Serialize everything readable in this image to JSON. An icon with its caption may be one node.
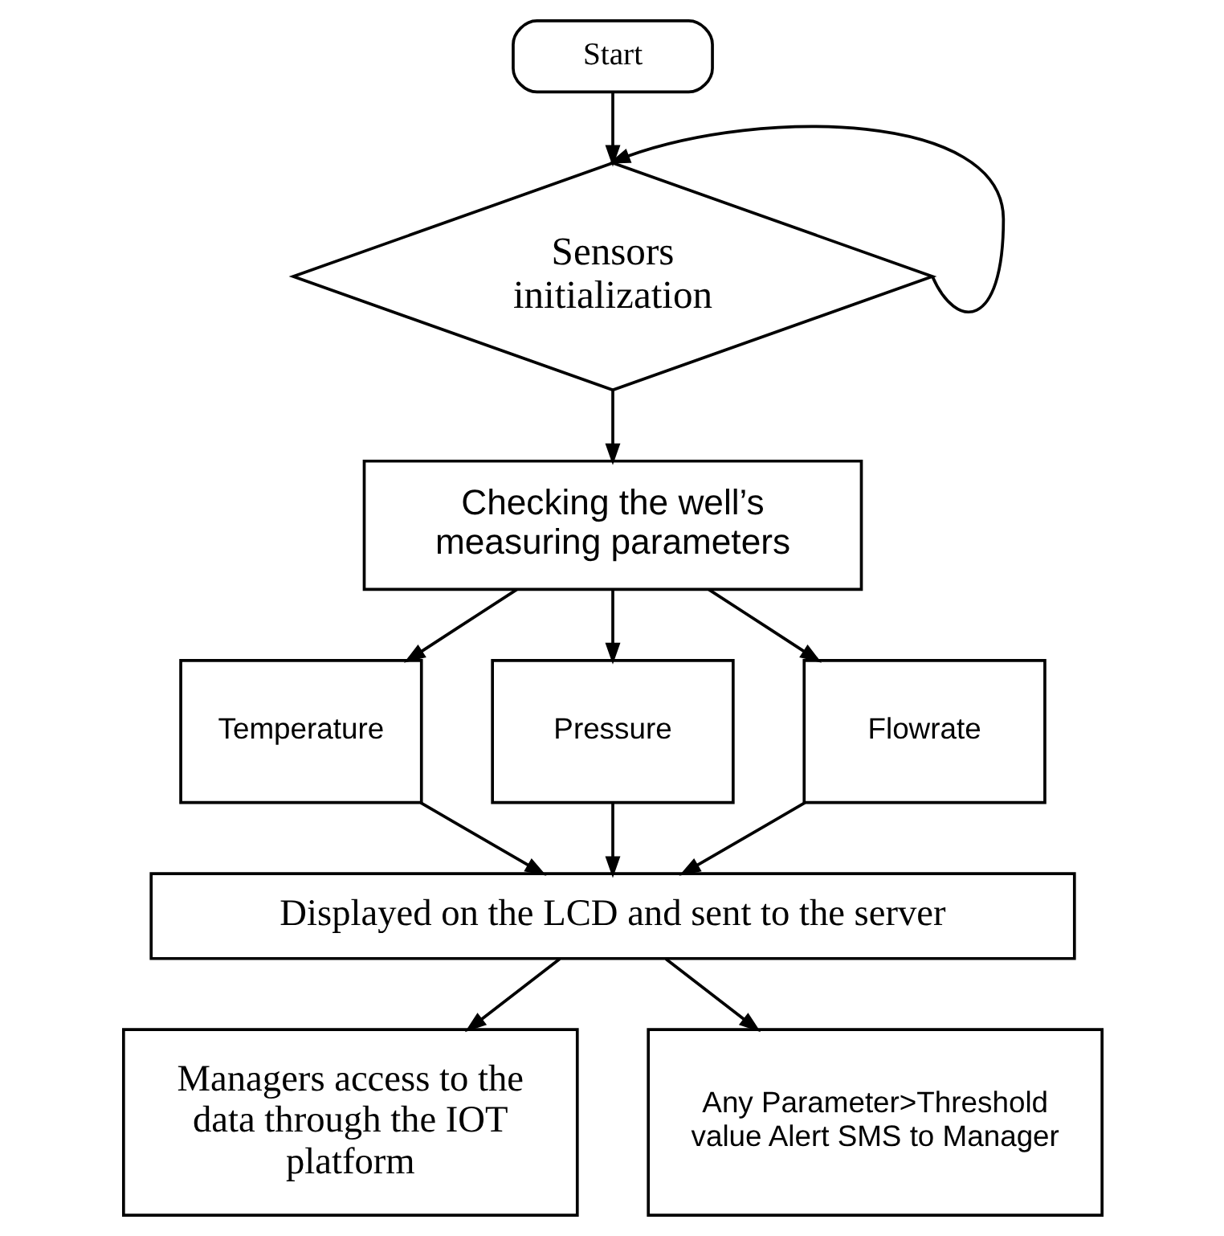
{
  "diagram": {
    "nodes": [
      {
        "text": [
          "Start"
        ]
      },
      {
        "text": [
          "Sensors initialization"
        ]
      },
      {
        "text": [
          "Checking the well’s measuring parameters"
        ]
      },
      {
        "text": [
          "Temperature"
        ]
      },
      {
        "text": [
          "Pressure"
        ]
      },
      {
        "text": [
          "Flowrate"
        ]
      },
      {
        "text": [
          "Displayed on the LCD and sent to the server"
        ]
      },
      {
        "text": [
          "Managers access to the data through the IOT platform"
        ]
      },
      {
        "text": [
          "Any Parameter>Threshold value Alert SMS to Manager"
        ]
      }
    ],
    "edges": [
      {
        "from": 0,
        "to": 1,
        "arrow": "to"
      },
      {
        "from": 1,
        "to": 1,
        "arrow": "to"
      },
      {
        "from": 1,
        "to": 2,
        "arrow": "to"
      },
      {
        "from": 2,
        "to": 3,
        "arrow": "to"
      },
      {
        "from": 2,
        "to": 4,
        "arrow": "to"
      },
      {
        "from": 2,
        "to": 5,
        "arrow": "to"
      },
      {
        "from": 3,
        "to": 6,
        "arrow": "to"
      },
      {
        "from": 4,
        "to": 6,
        "arrow": "to"
      },
      {
        "from": 5,
        "to": 6,
        "arrow": "to"
      },
      {
        "from": 6,
        "to": 7,
        "arrow": "to"
      },
      {
        "from": 6,
        "to": 8,
        "arrow": "to"
      }
    ]
  }
}
